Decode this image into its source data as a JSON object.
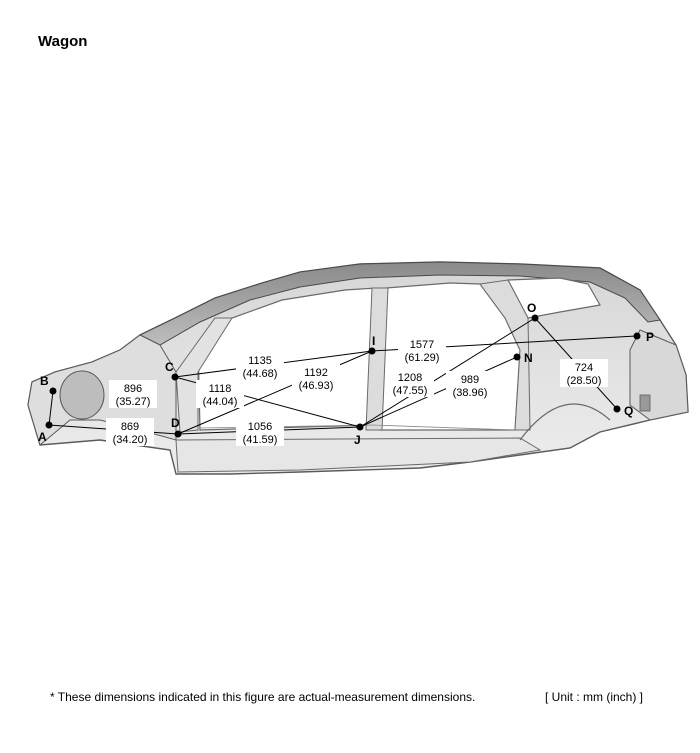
{
  "title": "Wagon",
  "footnote": "*  These dimensions indicated in this figure are actual-measurement dimensions.",
  "unit_note": "[ Unit : mm (inch) ]",
  "points": [
    "A",
    "B",
    "C",
    "D",
    "I",
    "J",
    "N",
    "O",
    "P",
    "Q"
  ],
  "dimensions": [
    {
      "from": "A",
      "to": "B",
      "mm": "896",
      "inch": "(35.27)"
    },
    {
      "from": "A",
      "to": "D",
      "mm": "869",
      "inch": "(34.20)"
    },
    {
      "from": "C",
      "to": "I",
      "mm": "1135",
      "inch": "(44.68)"
    },
    {
      "from": "C",
      "to": "J",
      "mm": "1118",
      "inch": "(44.04)"
    },
    {
      "from": "D",
      "to": "I",
      "mm": "1192",
      "inch": "(46.93)"
    },
    {
      "from": "D",
      "to": "J",
      "mm": "1056",
      "inch": "(41.59)"
    },
    {
      "from": "J",
      "to": "O",
      "mm": "1208",
      "inch": "(47.55)"
    },
    {
      "from": "J",
      "to": "N",
      "mm": "989",
      "inch": "(38.96)"
    },
    {
      "from": "I",
      "to": "P",
      "mm": "1577",
      "inch": "(61.29)"
    },
    {
      "from": "O",
      "to": "Q",
      "mm": "724",
      "inch": "(28.50)"
    }
  ]
}
